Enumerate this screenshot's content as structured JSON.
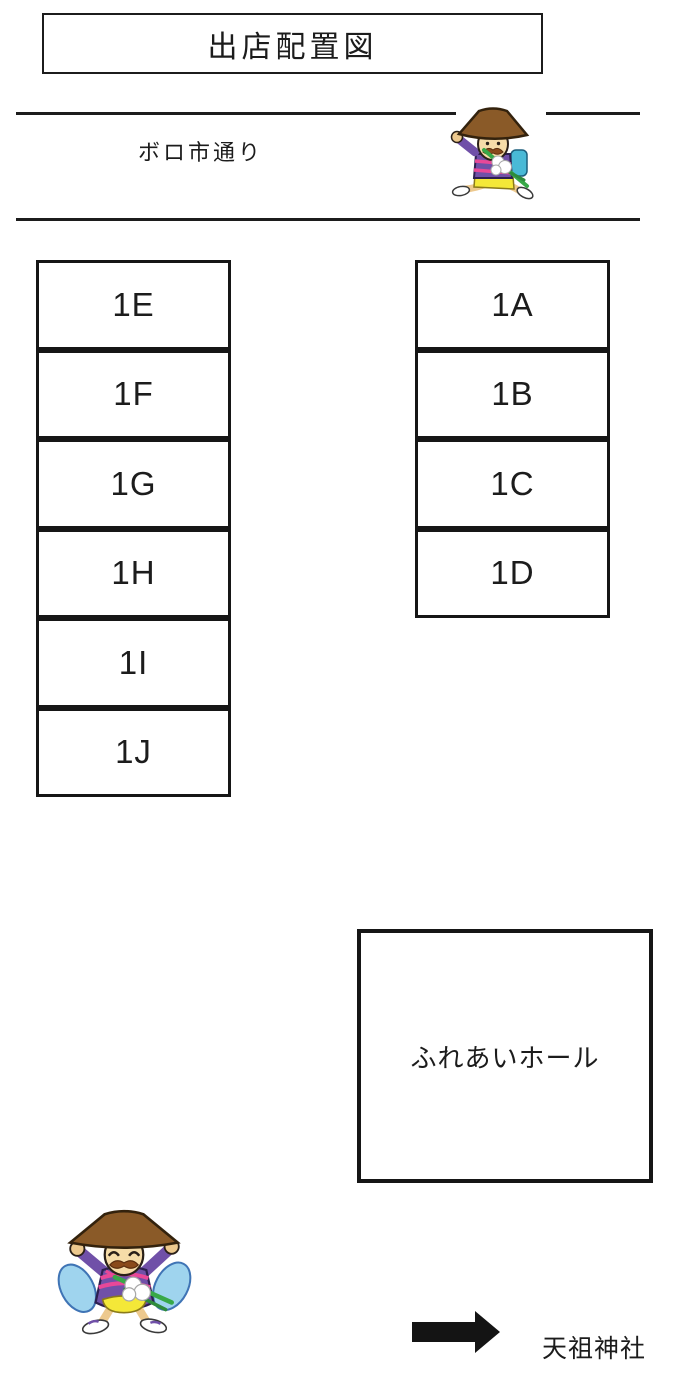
{
  "page": {
    "background": "#ffffff",
    "ink": "#1c1c1c"
  },
  "title": "出店配置図",
  "street": {
    "label": "ボロ市通り"
  },
  "stalls": {
    "left": [
      "1E",
      "1F",
      "1G",
      "1H",
      "1I",
      "1J"
    ],
    "right": [
      "1A",
      "1B",
      "1C",
      "1D"
    ]
  },
  "hall": {
    "label": "ふれあいホール"
  },
  "shrine": {
    "label": "天祖神社",
    "arrow_direction": "right"
  },
  "mascots": {
    "top": "boro-ichi-mascot-walking",
    "bottom": "boro-ichi-mascot-cheering",
    "palette": {
      "hat": "#8a5a28",
      "skin": "#f6dca8",
      "mustache": "#8a4a1a",
      "kimono": "#7050a8",
      "sash": "#e84898",
      "cape": "#9fd4ee",
      "belly": "#f4e838",
      "stick": "#38a848",
      "pack": "#49b9d6"
    }
  }
}
